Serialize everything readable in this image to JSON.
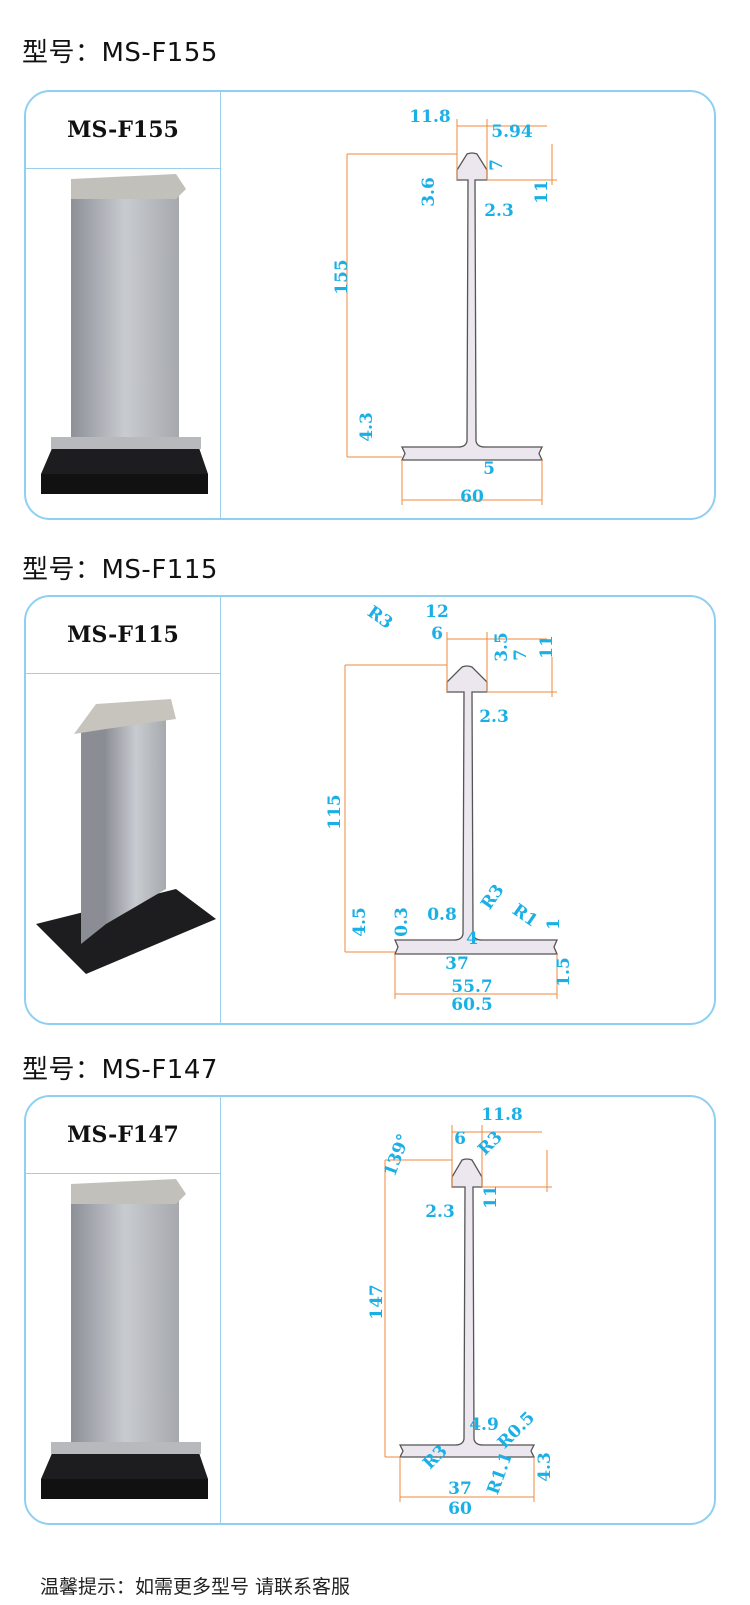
{
  "sections": [
    {
      "title": "型号：MS-F155",
      "label": "MS-F155",
      "dims": [
        "11.8",
        "5.94",
        "7",
        "3.6",
        "11",
        "2.3",
        "155",
        "4.3",
        "5",
        "60"
      ]
    },
    {
      "title": "型号：MS-F115",
      "label": "MS-F115",
      "dims": [
        "R3",
        "12",
        "6",
        "3.5",
        "7",
        "11",
        "2.3",
        "115",
        "4.5",
        "0.3",
        "0.8",
        "R3",
        "4",
        "R1",
        "1",
        "37",
        "55.7",
        "60.5",
        "1.5"
      ]
    },
    {
      "title": "型号：MS-F147",
      "label": "MS-F147",
      "dims": [
        "11.8",
        "6",
        "R3",
        "139°",
        "11",
        "2.3",
        "147",
        "4.9",
        "R0.5",
        "R3",
        "R1.1",
        "4.3",
        "37",
        "60"
      ]
    }
  ],
  "footer": "温馨提示：如需更多型号 请联系客服",
  "colors": {
    "border": "#8fd0f2",
    "dimension_text": "#1ab0e6",
    "dimension_line": "#f08a3c",
    "profile_fill": "#ece6ee"
  }
}
